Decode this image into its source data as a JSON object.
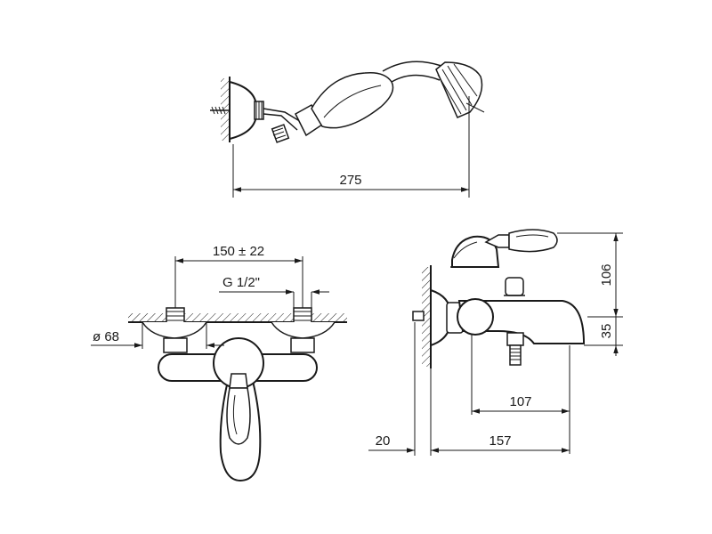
{
  "dimensions": {
    "handshower_length": "275",
    "inlet_centres": "150 ± 22",
    "thread": "G 1/2\"",
    "flange_diameter": "ø 68",
    "total_height": "106",
    "spout_height": "35",
    "spout_reach": "107",
    "wall_offset": "20",
    "projection": "157"
  }
}
